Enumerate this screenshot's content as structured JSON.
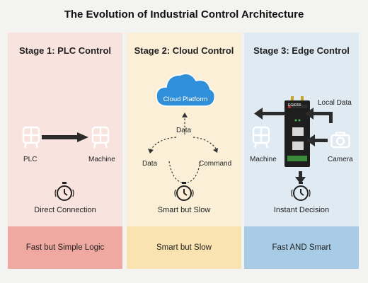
{
  "title": "The Evolution of Industrial Control Architecture",
  "stages": [
    {
      "title": "Stage 1: PLC Control",
      "left_label": "PLC",
      "right_label": "Machine",
      "caption": "Direct Connection",
      "footer": "Fast but Simple Logic"
    },
    {
      "title": "Stage 2: Cloud Control",
      "cloud_label": "Cloud Platform",
      "up_label": "Data",
      "left_label": "Data",
      "right_label": "Command",
      "caption": "Smart but Slow",
      "footer": "Smart but Slow"
    },
    {
      "title": "Stage 3: Edge Control",
      "local_label": "Local Data",
      "left_label": "Machine",
      "right_label": "Camera",
      "device_brand": "EG8200",
      "caption": "Instant Decision",
      "footer": "Fast AND Smart"
    }
  ],
  "colors": {
    "stage1_bg": "#f9e3de",
    "stage1_footer": "#efa9a0",
    "stage2_bg": "#fbf0d7",
    "stage2_footer": "#f9e3b0",
    "stage3_bg": "#dfeaf3",
    "stage3_footer": "#a9cce6",
    "cloud": "#2f8fd8",
    "icon_outline": "#ffffff",
    "arrow": "#2b2b2b"
  },
  "icons": [
    "machine-icon",
    "stopwatch-icon",
    "cloud-icon",
    "camera-icon",
    "edge-gateway-icon"
  ]
}
